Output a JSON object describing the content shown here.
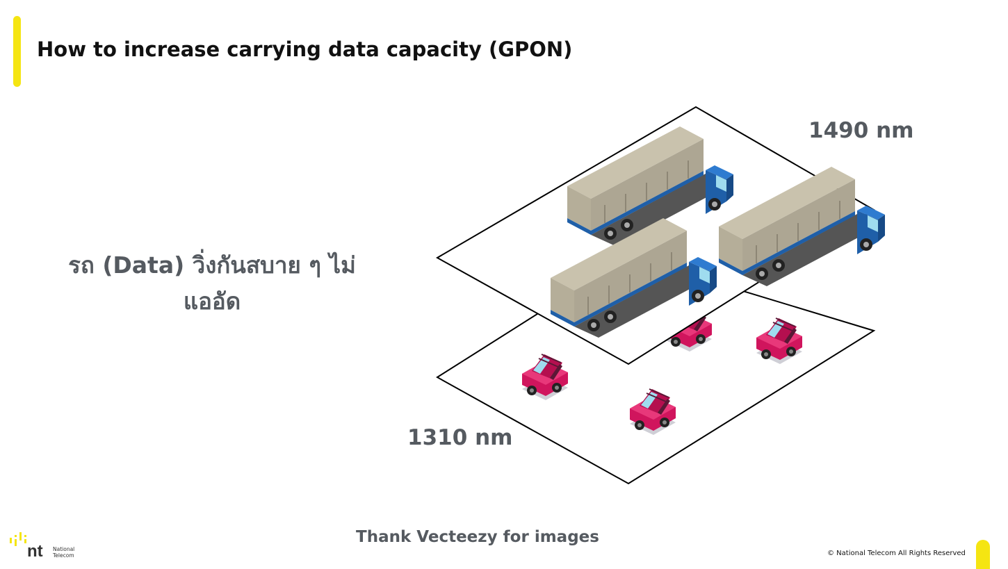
{
  "slide": {
    "title": "How to increase carrying data capacity (GPON)",
    "description_line1": "รถ (Data) วิ่งกันสบาย ๆ ไม่",
    "description_line2": "แออัด",
    "wavelength_top": "1490 nm",
    "wavelength_bottom": "1310 nm",
    "credit": "Thank Vecteezy for images"
  },
  "footer": {
    "logo_text": "nt",
    "logo_name_line1": "National",
    "logo_name_line2": "Telecom",
    "copyright": "© National Telecom All Rights Reserved"
  },
  "colors": {
    "accent": "#f5e512",
    "text_gray": "#555a60",
    "truck_cab": "#1f5fa8",
    "container": "#c2bba6",
    "car": "#d0155d"
  },
  "icons": [
    "truck-icon",
    "car-icon"
  ]
}
